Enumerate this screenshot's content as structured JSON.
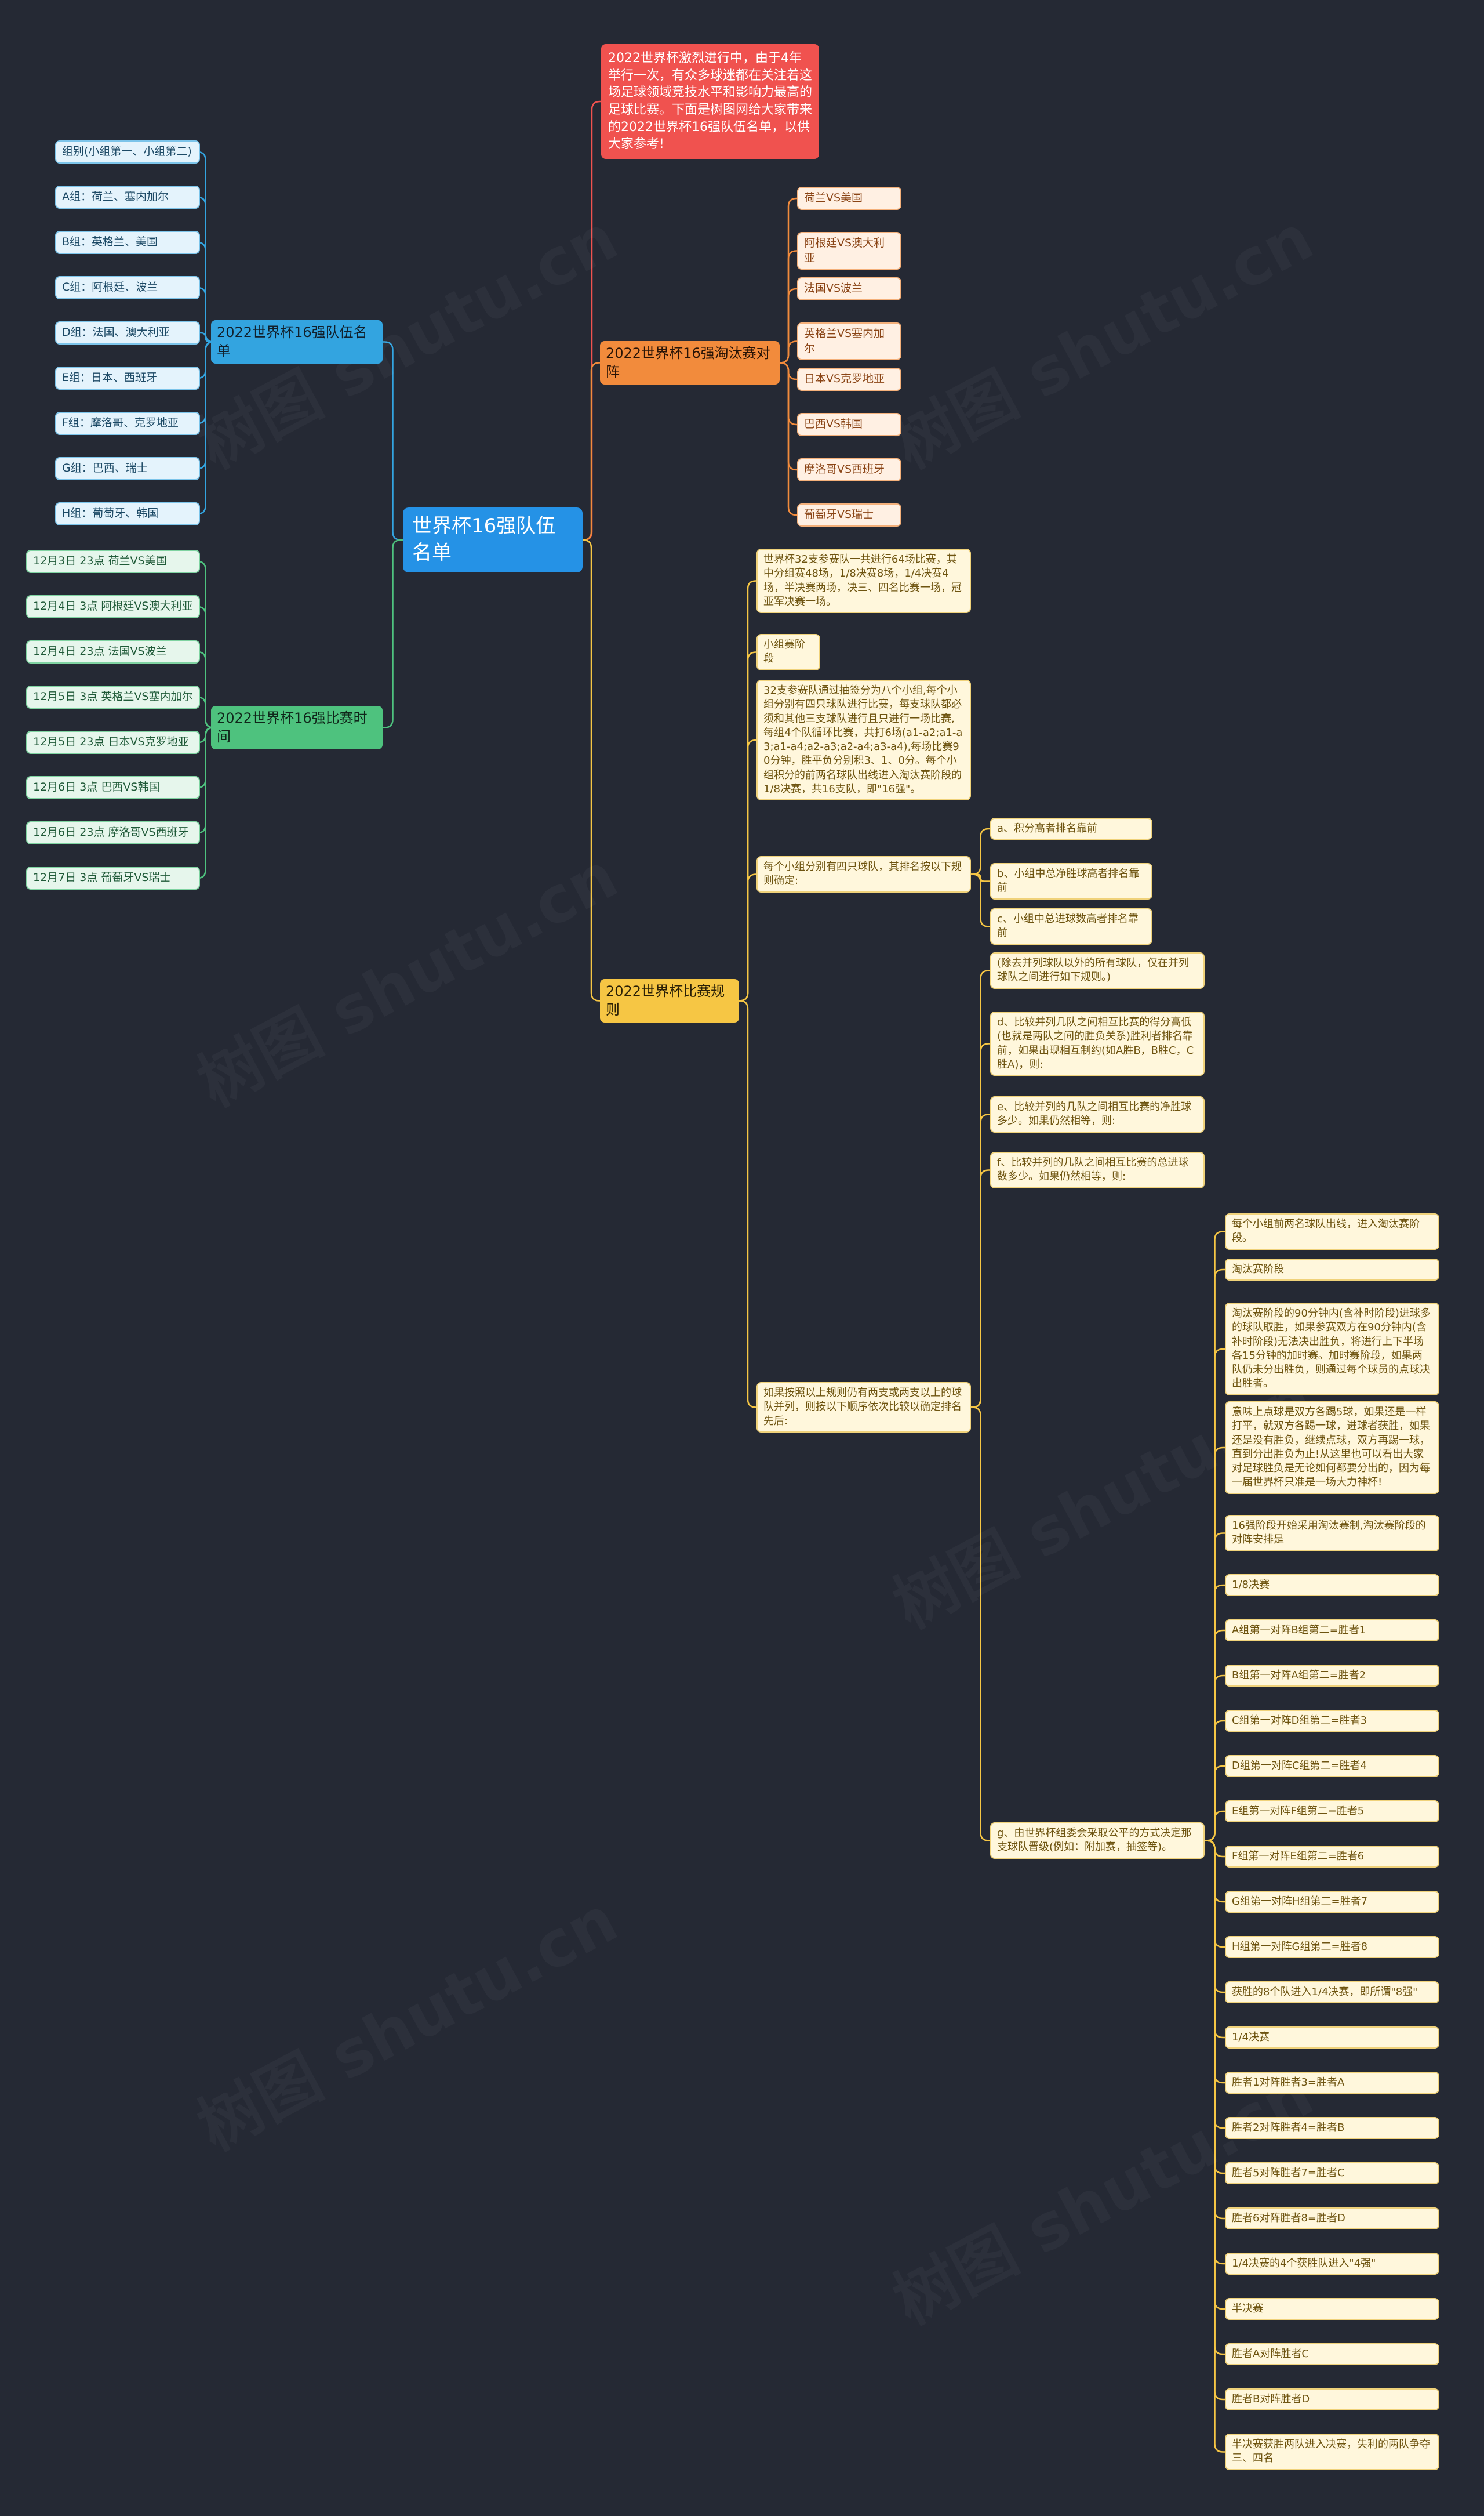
{
  "root": "世界杯16强队伍名单",
  "intro": "2022世界杯激烈进行中，由于4年举行一次，有众多球迷都在关注着这场足球领域竞技水平和影响力最高的足球比赛。下面是树图网给大家带来的2022世界杯16强队伍名单，以供大家参考!",
  "watermark": "树图 shutu.cn",
  "colors": {
    "background": "#252934",
    "root": "#2592e6",
    "blue": "#33a4e0",
    "green": "#4ec27e",
    "orange": "#f28b3c",
    "yellow": "#f6c644",
    "intro": "#f0524f"
  },
  "left": {
    "roster": {
      "label": "2022世界杯16强队伍名单",
      "items": [
        "组别(小组第一、小组第二)",
        "A组：荷兰、塞内加尔",
        "B组：英格兰、美国",
        "C组：阿根廷、波兰",
        "D组：法国、澳大利亚",
        "E组：日本、西班牙",
        "F组：摩洛哥、克罗地亚",
        "G组：巴西、瑞士",
        "H组：葡萄牙、韩国"
      ]
    },
    "schedule": {
      "label": "2022世界杯16强比赛时间",
      "items": [
        "12月3日 23点 荷兰VS美国",
        "12月4日 3点 阿根廷VS澳大利亚",
        "12月4日 23点 法国VS波兰",
        "12月5日 3点 英格兰VS塞内加尔",
        "12月5日 23点 日本VS克罗地亚",
        "12月6日 3点 巴西VS韩国",
        "12月6日 23点 摩洛哥VS西班牙",
        "12月7日 3点 葡萄牙VS瑞士"
      ]
    }
  },
  "right": {
    "matchups": {
      "label": "2022世界杯16强淘汰赛对阵",
      "items": [
        "荷兰VS美国",
        "阿根廷VS澳大利亚",
        "法国VS波兰",
        "英格兰VS塞内加尔",
        "日本VS克罗地亚",
        "巴西VS韩国",
        "摩洛哥VS西班牙",
        "葡萄牙VS瑞士"
      ]
    },
    "rules": {
      "label": "2022世界杯比赛规则",
      "overview": "世界杯32支参赛队一共进行64场比赛，其中分组赛48场，1/8决赛8场，1/4决赛4场，半决赛两场，决三、四名比赛一场，冠亚军决赛一场。",
      "group_stage": "小组赛阶段",
      "group_detail": "32支参赛队通过抽签分为八个小组,每个小组分别有四只球队进行比赛，每支球队都必须和其他三支球队进行且只进行一场比赛,每组4个队循环比赛，共打6场(a1-a2;a1-a3;a1-a4;a2-a3;a2-a4;a3-a4),每场比赛90分钟，胜平负分别积3、1、0分。每个小组积分的前两名球队出线进入淘汰赛阶段的1/8决赛，共16支队，即\"16强\"。",
      "ranking": {
        "label": "每个小组分别有四只球队，其排名按以下规则确定:",
        "items": [
          "a、积分高者排名靠前",
          "b、小组中总净胜球高者排名靠前",
          "c、小组中总进球数高者排名靠前"
        ]
      },
      "tiebreak": {
        "label": "如果按照以上规则仍有两支或两支以上的球队并列，则按以下顺序依次比较以确定排名先后:",
        "items": [
          "(除去并列球队以外的所有球队，仅在并列球队之间进行如下规则。)",
          "d、比较并列几队之间相互比赛的得分高低(也就是两队之间的胜负关系)胜利者排名靠前，如果出现相互制约(如A胜B，B胜C，C胜A)，则:",
          "e、比较并列的几队之间相互比赛的净胜球多少。如果仍然相等，则:",
          "f、比较并列的几队之间相互比赛的总进球数多少。如果仍然相等，则:"
        ],
        "final": {
          "label": "g、由世界杯组委会采取公平的方式决定那支球队晋级(例如：附加赛，抽签等)。",
          "items": [
            "每个小组前两名球队出线，进入淘汰赛阶段。",
            "淘汰赛阶段",
            "淘汰赛阶段的90分钟内(含补时阶段)进球多的球队取胜，如果参赛双方在90分钟内(含补时阶段)无法决出胜负，将进行上下半场各15分钟的加时赛。加时赛阶段，如果两队仍未分出胜负，则通过每个球员的点球决出胜者。",
            "意味上点球是双方各踢5球，如果还是一样打平，就双方各踢一球，进球者获胜，如果还是没有胜负，继续点球，双方再踢一球，直到分出胜负为止!从这里也可以看出大家对足球胜负是无论如何都要分出的，因为每一届世界杯只准是一场大力神杯!",
            "16强阶段开始采用淘汰赛制,淘汰赛阶段的对阵安排是",
            "1/8决赛",
            "A组第一对阵B组第二=胜者1",
            "B组第一对阵A组第二=胜者2",
            "C组第一对阵D组第二=胜者3",
            "D组第一对阵C组第二=胜者4",
            "E组第一对阵F组第二=胜者5",
            "F组第一对阵E组第二=胜者6",
            "G组第一对阵H组第二=胜者7",
            "H组第一对阵G组第二=胜者8",
            "获胜的8个队进入1/4决赛，即所谓\"8强\"",
            "1/4决赛",
            "胜者1对阵胜者3=胜者A",
            "胜者2对阵胜者4=胜者B",
            "胜者5对阵胜者7=胜者C",
            "胜者6对阵胜者8=胜者D",
            "1/4决赛的4个获胜队进入\"4强\"",
            "半决赛",
            "胜者A对阵胜者C",
            "胜者B对阵胜者D",
            "半决赛获胜两队进入决赛，失利的两队争夺三、四名"
          ]
        }
      }
    }
  }
}
